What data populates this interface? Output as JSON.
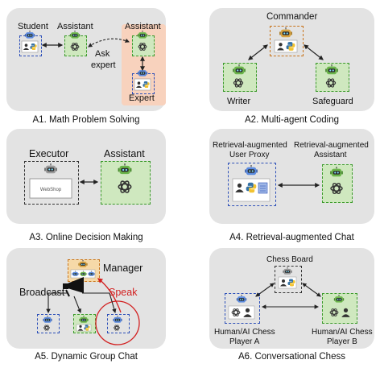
{
  "panels": {
    "a1": {
      "caption": "A1. Math Problem Solving",
      "student": "Student",
      "assistant": "Assistant",
      "assistant2": "Assistant",
      "ask_line1": "Ask",
      "ask_line2": "expert",
      "expert": "Expert"
    },
    "a2": {
      "caption": "A2. Multi-agent Coding",
      "commander": "Commander",
      "writer": "Writer",
      "safeguard": "Safeguard"
    },
    "a3": {
      "caption": "A3. Online Decision Making",
      "executor": "Executor",
      "assistant": "Assistant",
      "screen_text": "WebShop"
    },
    "a4": {
      "caption": "A4. Retrieval-augmented Chat",
      "proxy_line1": "Retrieval-augmented",
      "proxy_line2": "User Proxy",
      "asst_line1": "Retrieval-augmented",
      "asst_line2": "Assistant"
    },
    "a5": {
      "caption": "A5. Dynamic Group Chat",
      "manager": "Manager",
      "broadcast": "Broadcast",
      "speak": "Speak"
    },
    "a6": {
      "caption": "A6. Conversational Chess",
      "board": "Chess Board",
      "pa_line1": "Human/AI Chess",
      "pa_line2": "Player A",
      "pb_line1": "Human/AI Chess",
      "pb_line2": "Player B"
    }
  },
  "colors": {
    "panel": "#e3e3e3",
    "green": "#3c9a2c",
    "blue": "#2c4fb8",
    "orange": "#c8741c",
    "red": "#d21f1f",
    "expert_bg": "#f8d2bd"
  }
}
